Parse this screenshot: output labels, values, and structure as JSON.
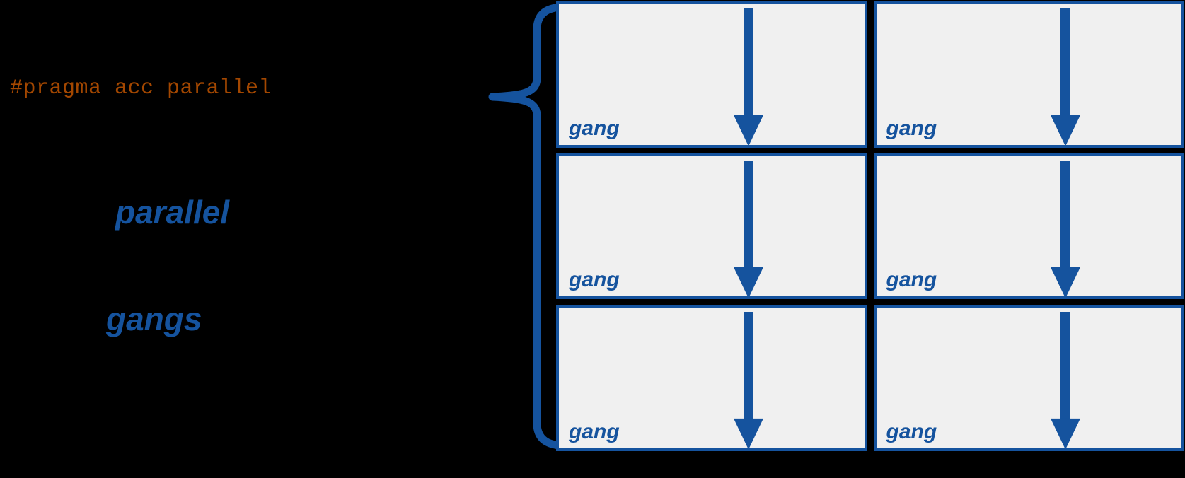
{
  "figure": {
    "background_color": "#000000",
    "accent_blue": "#15539e",
    "pragma_color": "#a34700",
    "box_fill": "#f0f0f0"
  },
  "code": {
    "pragma": "#pragma acc parallel"
  },
  "annotations": [
    {
      "id": "parallel",
      "label": "parallel"
    },
    {
      "id": "gangs",
      "label": "gangs"
    }
  ],
  "brace": {
    "name": "left-curly-brace",
    "orientation": "points-left"
  },
  "grid": {
    "columns": 2,
    "rows": 3,
    "cells": [
      {
        "label": "gang",
        "arrow": "down-arrow"
      },
      {
        "label": "gang",
        "arrow": "down-arrow"
      },
      {
        "label": "gang",
        "arrow": "down-arrow"
      },
      {
        "label": "gang",
        "arrow": "down-arrow"
      },
      {
        "label": "gang",
        "arrow": "down-arrow"
      },
      {
        "label": "gang",
        "arrow": "down-arrow"
      }
    ]
  }
}
